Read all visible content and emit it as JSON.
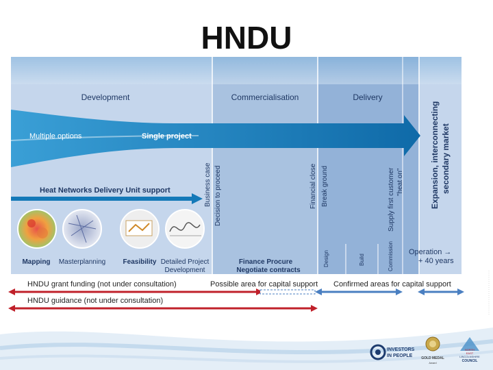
{
  "title": "HNDU",
  "phases": {
    "development": "Development",
    "commercialisation": "Commercialisation",
    "delivery": "Delivery"
  },
  "arrow": {
    "multiple_options": "Multiple options",
    "single_project": "Single project",
    "support": "Heat Networks Delivery Unit support"
  },
  "expansion": [
    "Expansion, interconnecting",
    "secondary market"
  ],
  "milestones": {
    "business_case": "Business case",
    "decision": "Decision to proceed",
    "financial_close": "Financial close",
    "break_ground": "Break ground",
    "supply_first": "Supply first customer",
    "heat_on": "\"heat on\""
  },
  "stages": {
    "mapping": "Mapping",
    "masterplanning": "Masterplanning",
    "feasibility": "Feasibility",
    "detailed_1": "Detailed Project",
    "detailed_2": "Development",
    "finance_1": "Finance Procure",
    "finance_2": "Negotiate contracts",
    "design": "Design",
    "build": "Build",
    "commission": "Commission",
    "operation_1": "Operation →",
    "operation_2": "+ 40 years"
  },
  "support_bars": {
    "grant": "HNDU grant funding (not under consultation)",
    "possible": "Possible area for capital support",
    "confirmed": "Confirmed areas for capital support",
    "guidance": "HNDU guidance (not under consultation)"
  },
  "logos": {
    "iip_1": "INVESTORS",
    "iip_2": "IN PEOPLE",
    "gold_1": "GOLD MEDAL",
    "gold_2": "Award",
    "council_1": "NORTH",
    "council_2": "EAST",
    "council_3": "LINCOLNSHIRE",
    "council_4": "COUNCIL"
  },
  "colors": {
    "panel_light": "#c5d6ec",
    "panel_mid": "#a7c0df",
    "panel_dark": "#8fb0d6",
    "arrow_blue": "#1479b8",
    "text_navy": "#1f3864",
    "red_bar": "#c0202a",
    "blue_bar": "#4a7fc1"
  }
}
